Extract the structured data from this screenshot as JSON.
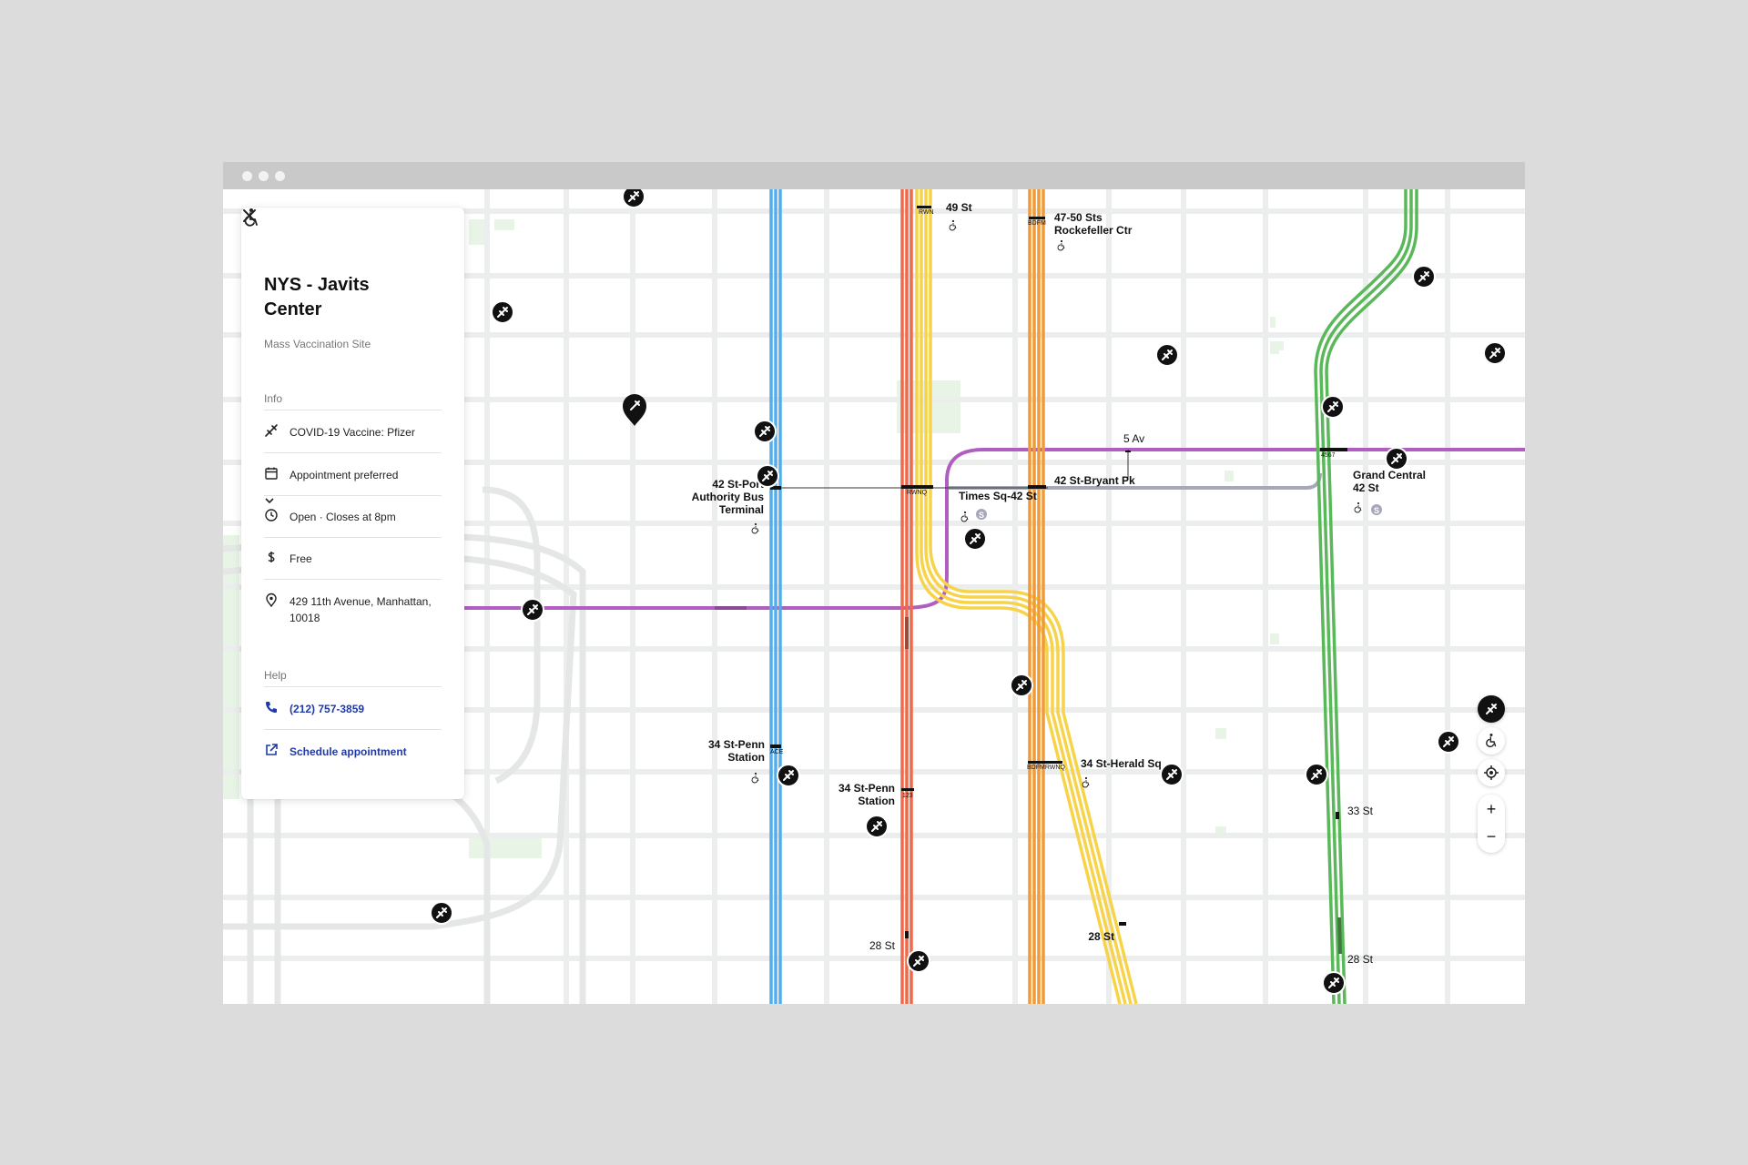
{
  "panel": {
    "title": "NYS - Javits Center",
    "subtitle": "Mass Vaccination Site",
    "info_label": "Info",
    "help_label": "Help",
    "vaccine": "COVID-19 Vaccine: Pfizer",
    "appointment": "Appointment preferred",
    "hours": "Open · Closes at 8pm",
    "price": "Free",
    "address_line1": "429 11th Avenue, Manhattan,",
    "address_line2": "10018",
    "phone": "(212) 757-3859",
    "schedule": "Schedule appointment"
  },
  "stations": {
    "s49": "49 St",
    "s4750a": "47-50 Sts",
    "s4750b": "Rockefeller Ctr",
    "pa1": "42 St-Port",
    "pa2": "Authority Bus",
    "pa3": "Terminal",
    "times_sq": "Times Sq-42 St",
    "bryant": "42 St-Bryant Pk",
    "fifth": "5 Av",
    "gc1": "Grand Central",
    "gc2": "42 St",
    "penn_ace1": "34 St-Penn",
    "penn_ace2": "Station",
    "penn_123a": "34 St-Penn",
    "penn_123b": "Station",
    "herald": "34 St-Herald Sq",
    "st33": "33 St",
    "st28a": "28 St",
    "st28b": "28 St",
    "st28c": "28 St"
  },
  "route_bullets": {
    "n49": "RWN",
    "r4750": "BDFM",
    "ts": "RWNQ",
    "penn_ace": "ACE",
    "penn_123": "123",
    "herald": "BDFMRWNQ",
    "gc": "4567"
  },
  "shuttle_badge": "S",
  "controls": {
    "zoom_in": "+",
    "zoom_out": "−"
  },
  "icons": {
    "close": "close-icon",
    "accessible": "wheelchair-icon",
    "vaccine": "syringe-icon",
    "calendar": "calendar-icon",
    "clock": "clock-icon",
    "dollar": "dollar-icon",
    "location": "location-pin-icon",
    "phone": "phone-icon",
    "external": "external-link-icon",
    "locate": "crosshair-icon"
  },
  "colors": {
    "line_blue": "#54adea",
    "line_red": "#ee6a4c",
    "line_yellow": "#f7d349",
    "line_orange": "#f09a38",
    "line_green": "#5bb85a",
    "line_purple": "#b05ec0",
    "line_gray": "#a6a8b8",
    "link_blue": "#1f3aa8"
  }
}
